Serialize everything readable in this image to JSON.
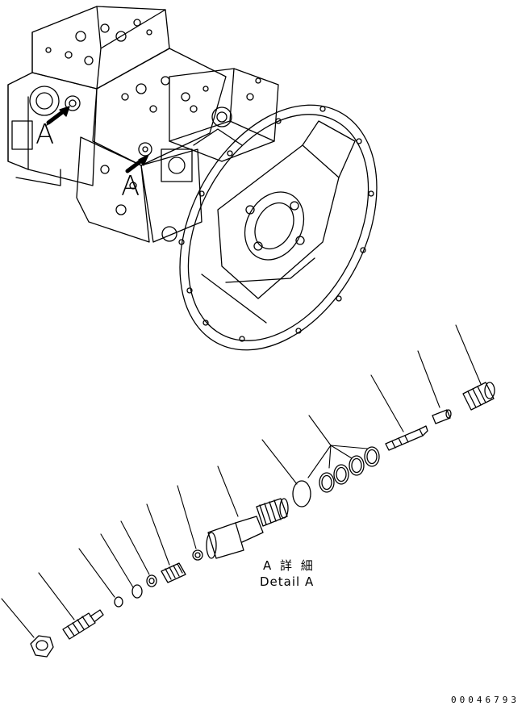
{
  "callouts": {
    "left_label": "A",
    "center_label": "A"
  },
  "detail": {
    "line1": "A 詳 細",
    "line2": "Detail A"
  },
  "drawing_number": "00046793"
}
